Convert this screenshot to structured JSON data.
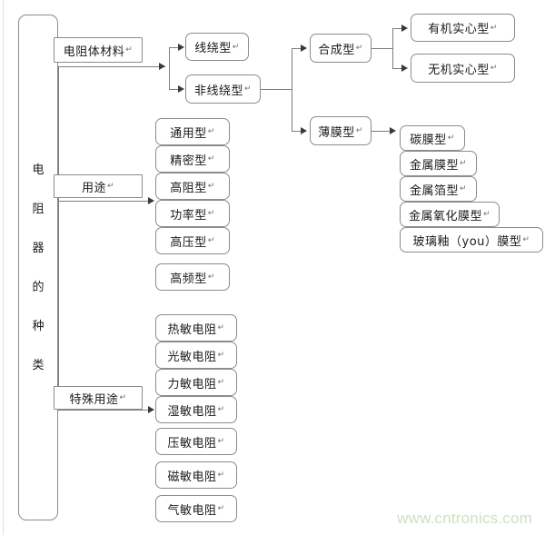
{
  "diagram": {
    "title": "电阻器的种类",
    "root": {
      "chars": [
        "电",
        "阻",
        "器",
        "的",
        "种",
        "类"
      ],
      "pilcrow": "↵"
    },
    "branches": [
      {
        "id": "material",
        "label": "电阻体材料",
        "pilcrow": "↵",
        "children": [
          {
            "id": "wirewound",
            "label": "线绕型",
            "pilcrow": "↵"
          },
          {
            "id": "non-wirewound",
            "label": "非线绕型",
            "pilcrow": "↵"
          }
        ]
      },
      {
        "id": "usage",
        "label": "用途",
        "pilcrow": "↵",
        "children": [
          {
            "id": "general",
            "label": "通用型",
            "pilcrow": "↵"
          },
          {
            "id": "precision",
            "label": "精密型",
            "pilcrow": "↵"
          },
          {
            "id": "high-res",
            "label": "高阻型",
            "pilcrow": "↵"
          },
          {
            "id": "power",
            "label": "功率型",
            "pilcrow": "↵"
          },
          {
            "id": "high-volt",
            "label": "高压型",
            "pilcrow": "↵"
          },
          {
            "id": "high-freq",
            "label": "高频型",
            "pilcrow": "↵"
          }
        ]
      },
      {
        "id": "special",
        "label": "特殊用途",
        "pilcrow": "↵",
        "children": [
          {
            "id": "thermistor",
            "label": "热敏电阻",
            "pilcrow": "↵"
          },
          {
            "id": "photoresistor",
            "label": "光敏电阻",
            "pilcrow": "↵"
          },
          {
            "id": "force",
            "label": "力敏电阻",
            "pilcrow": "↵"
          },
          {
            "id": "humidity",
            "label": "湿敏电阻",
            "pilcrow": "↵"
          },
          {
            "id": "varistor",
            "label": "压敏电阻",
            "pilcrow": "↵"
          },
          {
            "id": "magnetic",
            "label": "磁敏电阻",
            "pilcrow": "↵"
          },
          {
            "id": "gas",
            "label": "气敏电阻",
            "pilcrow": "↵"
          }
        ]
      }
    ],
    "non_wirewound_children": [
      {
        "id": "synthetic",
        "label": "合成型",
        "pilcrow": "↵",
        "children": [
          {
            "id": "organic-solid",
            "label": "有机实心型",
            "pilcrow": "↵"
          },
          {
            "id": "inorganic-solid",
            "label": "无机实心型",
            "pilcrow": "↵"
          }
        ]
      },
      {
        "id": "film",
        "label": "薄膜型",
        "pilcrow": "↵",
        "children": [
          {
            "id": "carbon-film",
            "label": "碳膜型",
            "pilcrow": "↵"
          },
          {
            "id": "metal-film",
            "label": "金属膜型",
            "pilcrow": "↵"
          },
          {
            "id": "metal-foil",
            "label": "金属箔型",
            "pilcrow": "↵"
          },
          {
            "id": "metal-oxide-film",
            "label": "金属氧化膜型",
            "pilcrow": "↵"
          },
          {
            "id": "glass-glaze-film",
            "label": "玻璃釉（you）膜型",
            "pilcrow": "↵"
          }
        ]
      }
    ]
  },
  "watermark": {
    "text": "www.cntronics.com",
    "color": "#cfe0c2"
  },
  "style": {
    "border_color": "#8c8c8c",
    "line_color": "#7d7d7d",
    "text_color": "#1a1a1a",
    "background": "#ffffff"
  }
}
